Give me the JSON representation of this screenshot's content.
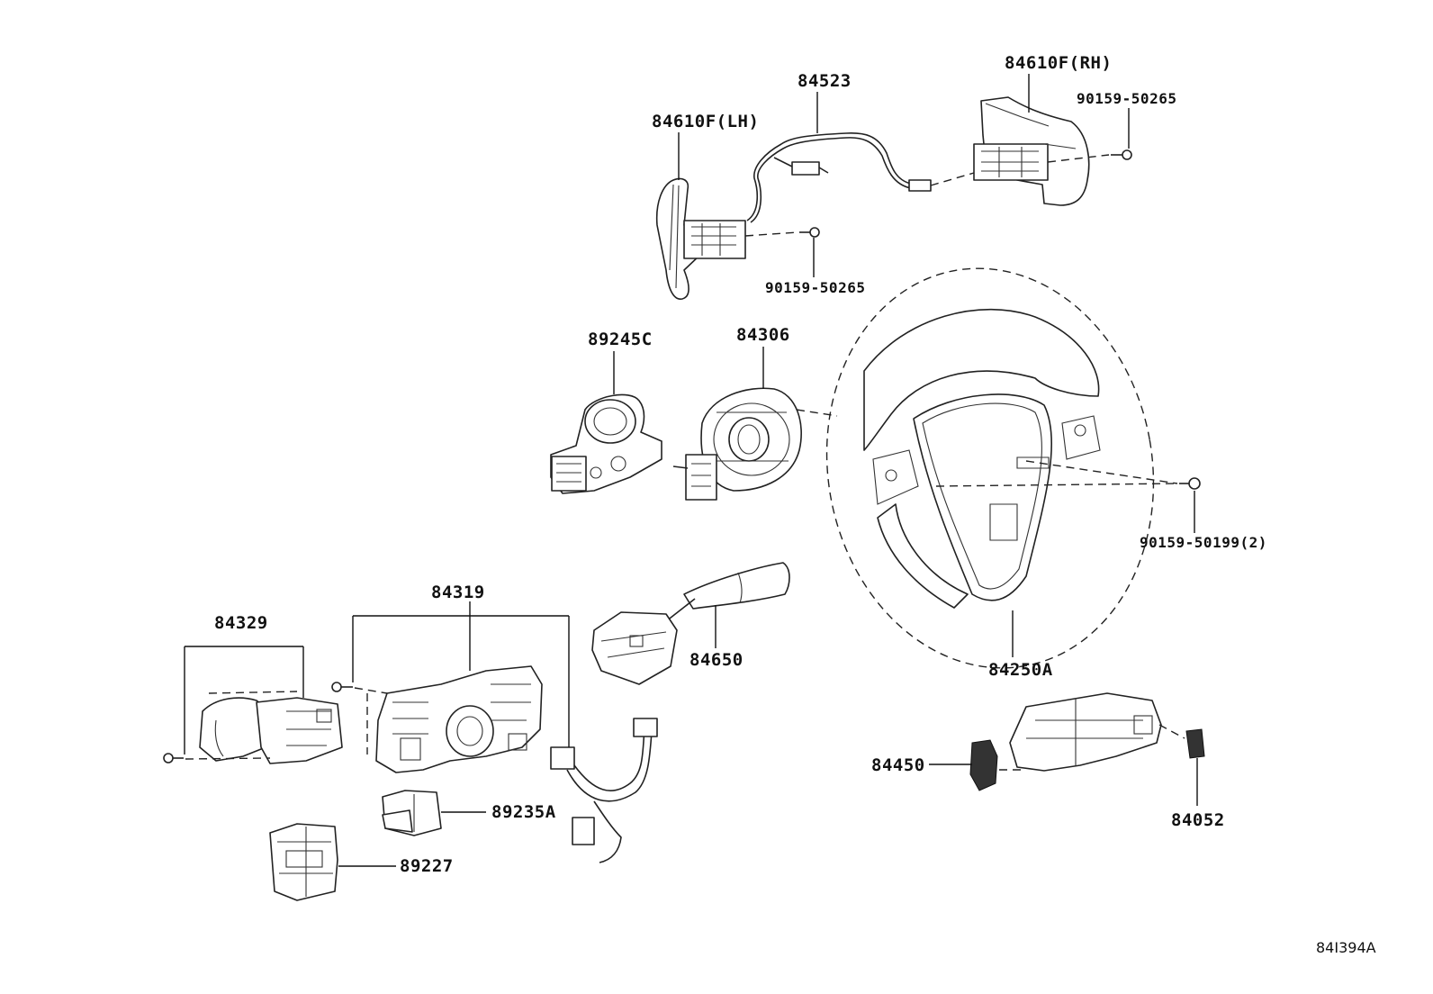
{
  "diagram": {
    "figure_id": "84I394A",
    "labels": {
      "p84523": "84523",
      "p84610F_RH": "84610F(RH)",
      "p84610F_LH": "84610F(LH)",
      "screw_rh": "90159-50265",
      "screw_lh": "90159-50265",
      "p89245C": "89245C",
      "p84306": "84306",
      "screw_wheel": "90159-50199(2)",
      "p84250A": "84250A",
      "p84650": "84650",
      "p84319": "84319",
      "p84329": "84329",
      "p89235A": "89235A",
      "p89227": "89227",
      "p84450": "84450",
      "p84052": "84052"
    }
  }
}
